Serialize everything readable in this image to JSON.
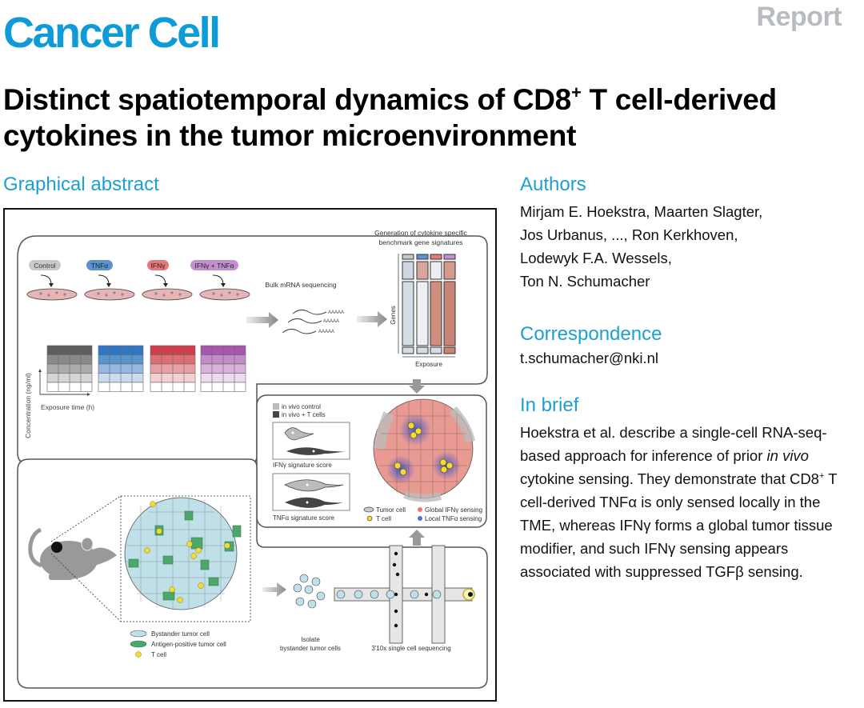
{
  "header": {
    "journal": "Cancer Cell",
    "article_type": "Report",
    "title_part1": "Distinct spatiotemporal dynamics of CD8",
    "title_sup": "+",
    "title_part2": " T cell-derived cytokines in the tumor microenvironment",
    "brand_color": "#0f9bd7"
  },
  "graphical_abstract": {
    "label": "Graphical abstract",
    "conditions": [
      {
        "label": "Control",
        "color": "#c9c9c9"
      },
      {
        "label": "TNFα",
        "color": "#5b93cf"
      },
      {
        "label": "IFNγ",
        "color": "#e8777a"
      },
      {
        "label": "IFNγ + TNFα",
        "color": "#c38fcf"
      }
    ],
    "grid_y_label": "Concentration (ng/ml)",
    "grid_x_label": "Exposure time (h)",
    "bulk_label": "Bulk mRNA sequencing",
    "polya": [
      "AAAAA",
      "AAAAA",
      "AAAAA"
    ],
    "signature_title_1": "Generation of cytokine specific",
    "signature_title_2": "benchmark gene signatures",
    "genes_label": "Genes",
    "exposure_label": "Exposure",
    "legend_invivo_control": "in vivo control",
    "legend_invivo_tcells": "in vivo + T cells",
    "ifng_score_label": "IFNγ signature score",
    "tnfa_score_label": "TNFα signature score",
    "tumor_cell_label": "Tumor cell",
    "t_cell_label": "T cell",
    "global_ifng_label": "Global IFNγ sensing",
    "local_tnfa_label": "Local TNFα sensing",
    "bystander_label": "Bystander tumor cell",
    "antigen_label": "Antigen-positive tumor cell",
    "tcell_legend_label": "T cell",
    "isolate_label_1": "Isolate",
    "isolate_label_2": "bystander tumor cells",
    "sc_seq_label": "3'10x single cell sequencing"
  },
  "sidebar": {
    "authors_heading": "Authors",
    "authors_lines": [
      "Mirjam E. Hoekstra, Maarten Slagter,",
      "Jos Urbanus, ..., Ron Kerkhoven,",
      "Lodewyk F.A. Wessels,",
      "Ton N. Schumacher"
    ],
    "correspondence_heading": "Correspondence",
    "email": "t.schumacher@nki.nl",
    "brief_heading": "In brief",
    "brief_p1": "Hoekstra et al. describe a single-cell RNA-seq-based approach for inference of prior ",
    "brief_italic": "in vivo",
    "brief_p2": " cytokine sensing. They demonstrate that CD8",
    "brief_sup": "+",
    "brief_p3": " T cell-derived TNFα is only sensed locally in the TME, whereas IFNγ forms a global tumor tissue modifier, and such IFNγ sensing appears associated with suppressed TGFβ sensing."
  }
}
